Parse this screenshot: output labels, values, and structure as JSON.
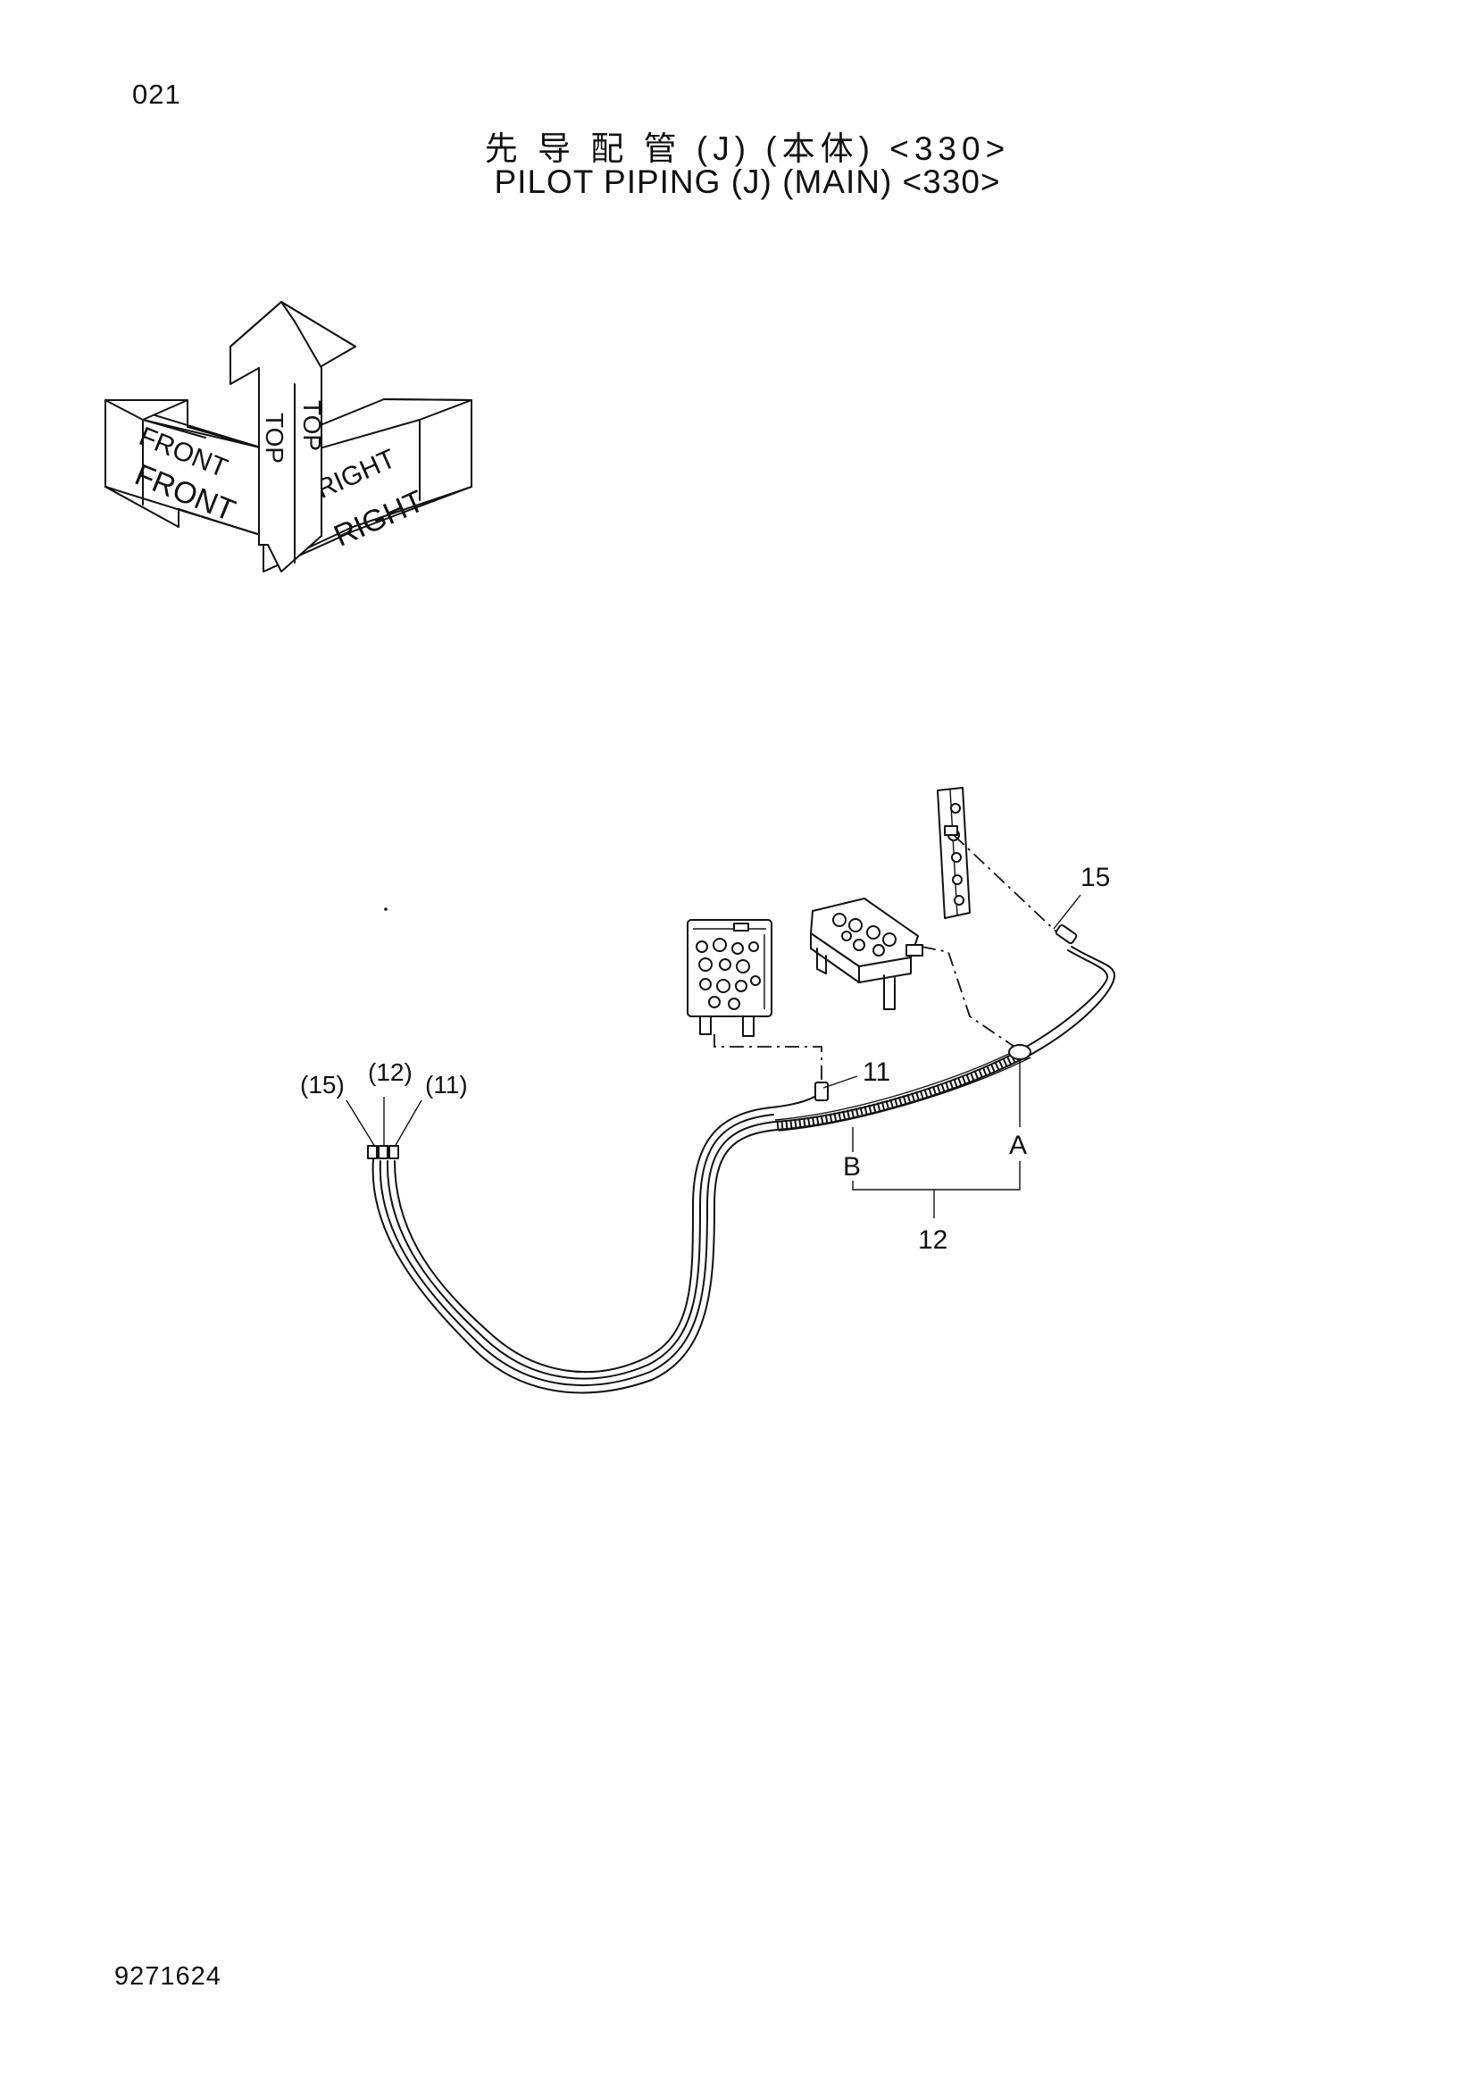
{
  "header": {
    "page_number": "021",
    "title_cn": "先 导 配 管 (J) (本体) <330>",
    "title_en": "PILOT  PIPING  (J) (MAIN) <330>"
  },
  "orientation": {
    "arrow_top_1": "TOP",
    "arrow_top_2": "TOP",
    "arrow_front_1": "FRONT",
    "arrow_front_2": "FRONT",
    "arrow_right_1": "RIGHT",
    "arrow_right_2": "RIGHT"
  },
  "callouts": {
    "c15": "15",
    "c11": "11",
    "c12": "12",
    "a": "A",
    "b": "B",
    "p15": "(15)",
    "p12": "(12)",
    "p11": "(11)"
  },
  "footer": {
    "document_code": "9271624"
  }
}
